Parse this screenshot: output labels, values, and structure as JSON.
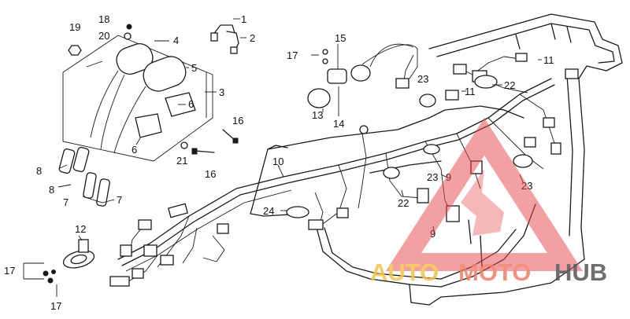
{
  "callouts": [
    {
      "id": "1",
      "text": "1"
    },
    {
      "id": "2",
      "text": "2"
    },
    {
      "id": "3",
      "text": "3"
    },
    {
      "id": "4",
      "text": "4"
    },
    {
      "id": "5",
      "text": "5"
    },
    {
      "id": "6a",
      "text": "6"
    },
    {
      "id": "6b",
      "text": "6"
    },
    {
      "id": "7a",
      "text": "7"
    },
    {
      "id": "7b",
      "text": "7"
    },
    {
      "id": "8a",
      "text": "8"
    },
    {
      "id": "8b",
      "text": "8"
    },
    {
      "id": "9a",
      "text": "9"
    },
    {
      "id": "9b",
      "text": "9"
    },
    {
      "id": "10",
      "text": "10"
    },
    {
      "id": "11a",
      "text": "11"
    },
    {
      "id": "11b",
      "text": "11"
    },
    {
      "id": "12",
      "text": "12"
    },
    {
      "id": "13",
      "text": "13"
    },
    {
      "id": "14",
      "text": "14"
    },
    {
      "id": "15",
      "text": "15"
    },
    {
      "id": "16a",
      "text": "16"
    },
    {
      "id": "16b",
      "text": "16"
    },
    {
      "id": "17a",
      "text": "17"
    },
    {
      "id": "17b",
      "text": "17"
    },
    {
      "id": "17c",
      "text": "17"
    },
    {
      "id": "18",
      "text": "18"
    },
    {
      "id": "19",
      "text": "19"
    },
    {
      "id": "20",
      "text": "20"
    },
    {
      "id": "21",
      "text": "21"
    },
    {
      "id": "22a",
      "text": "22"
    },
    {
      "id": "22b",
      "text": "22"
    },
    {
      "id": "23a",
      "text": "23"
    },
    {
      "id": "23b",
      "text": "23"
    },
    {
      "id": "23c",
      "text": "23"
    },
    {
      "id": "24",
      "text": "24"
    }
  ],
  "watermark": {
    "part1": "AUTO",
    "part2": "MOTO",
    "part3": "HUB",
    "color_triangle": "#e8454a",
    "color_auto": "#f5c24a",
    "color_moto": "#f07d6a",
    "color_hub": "#555555"
  }
}
